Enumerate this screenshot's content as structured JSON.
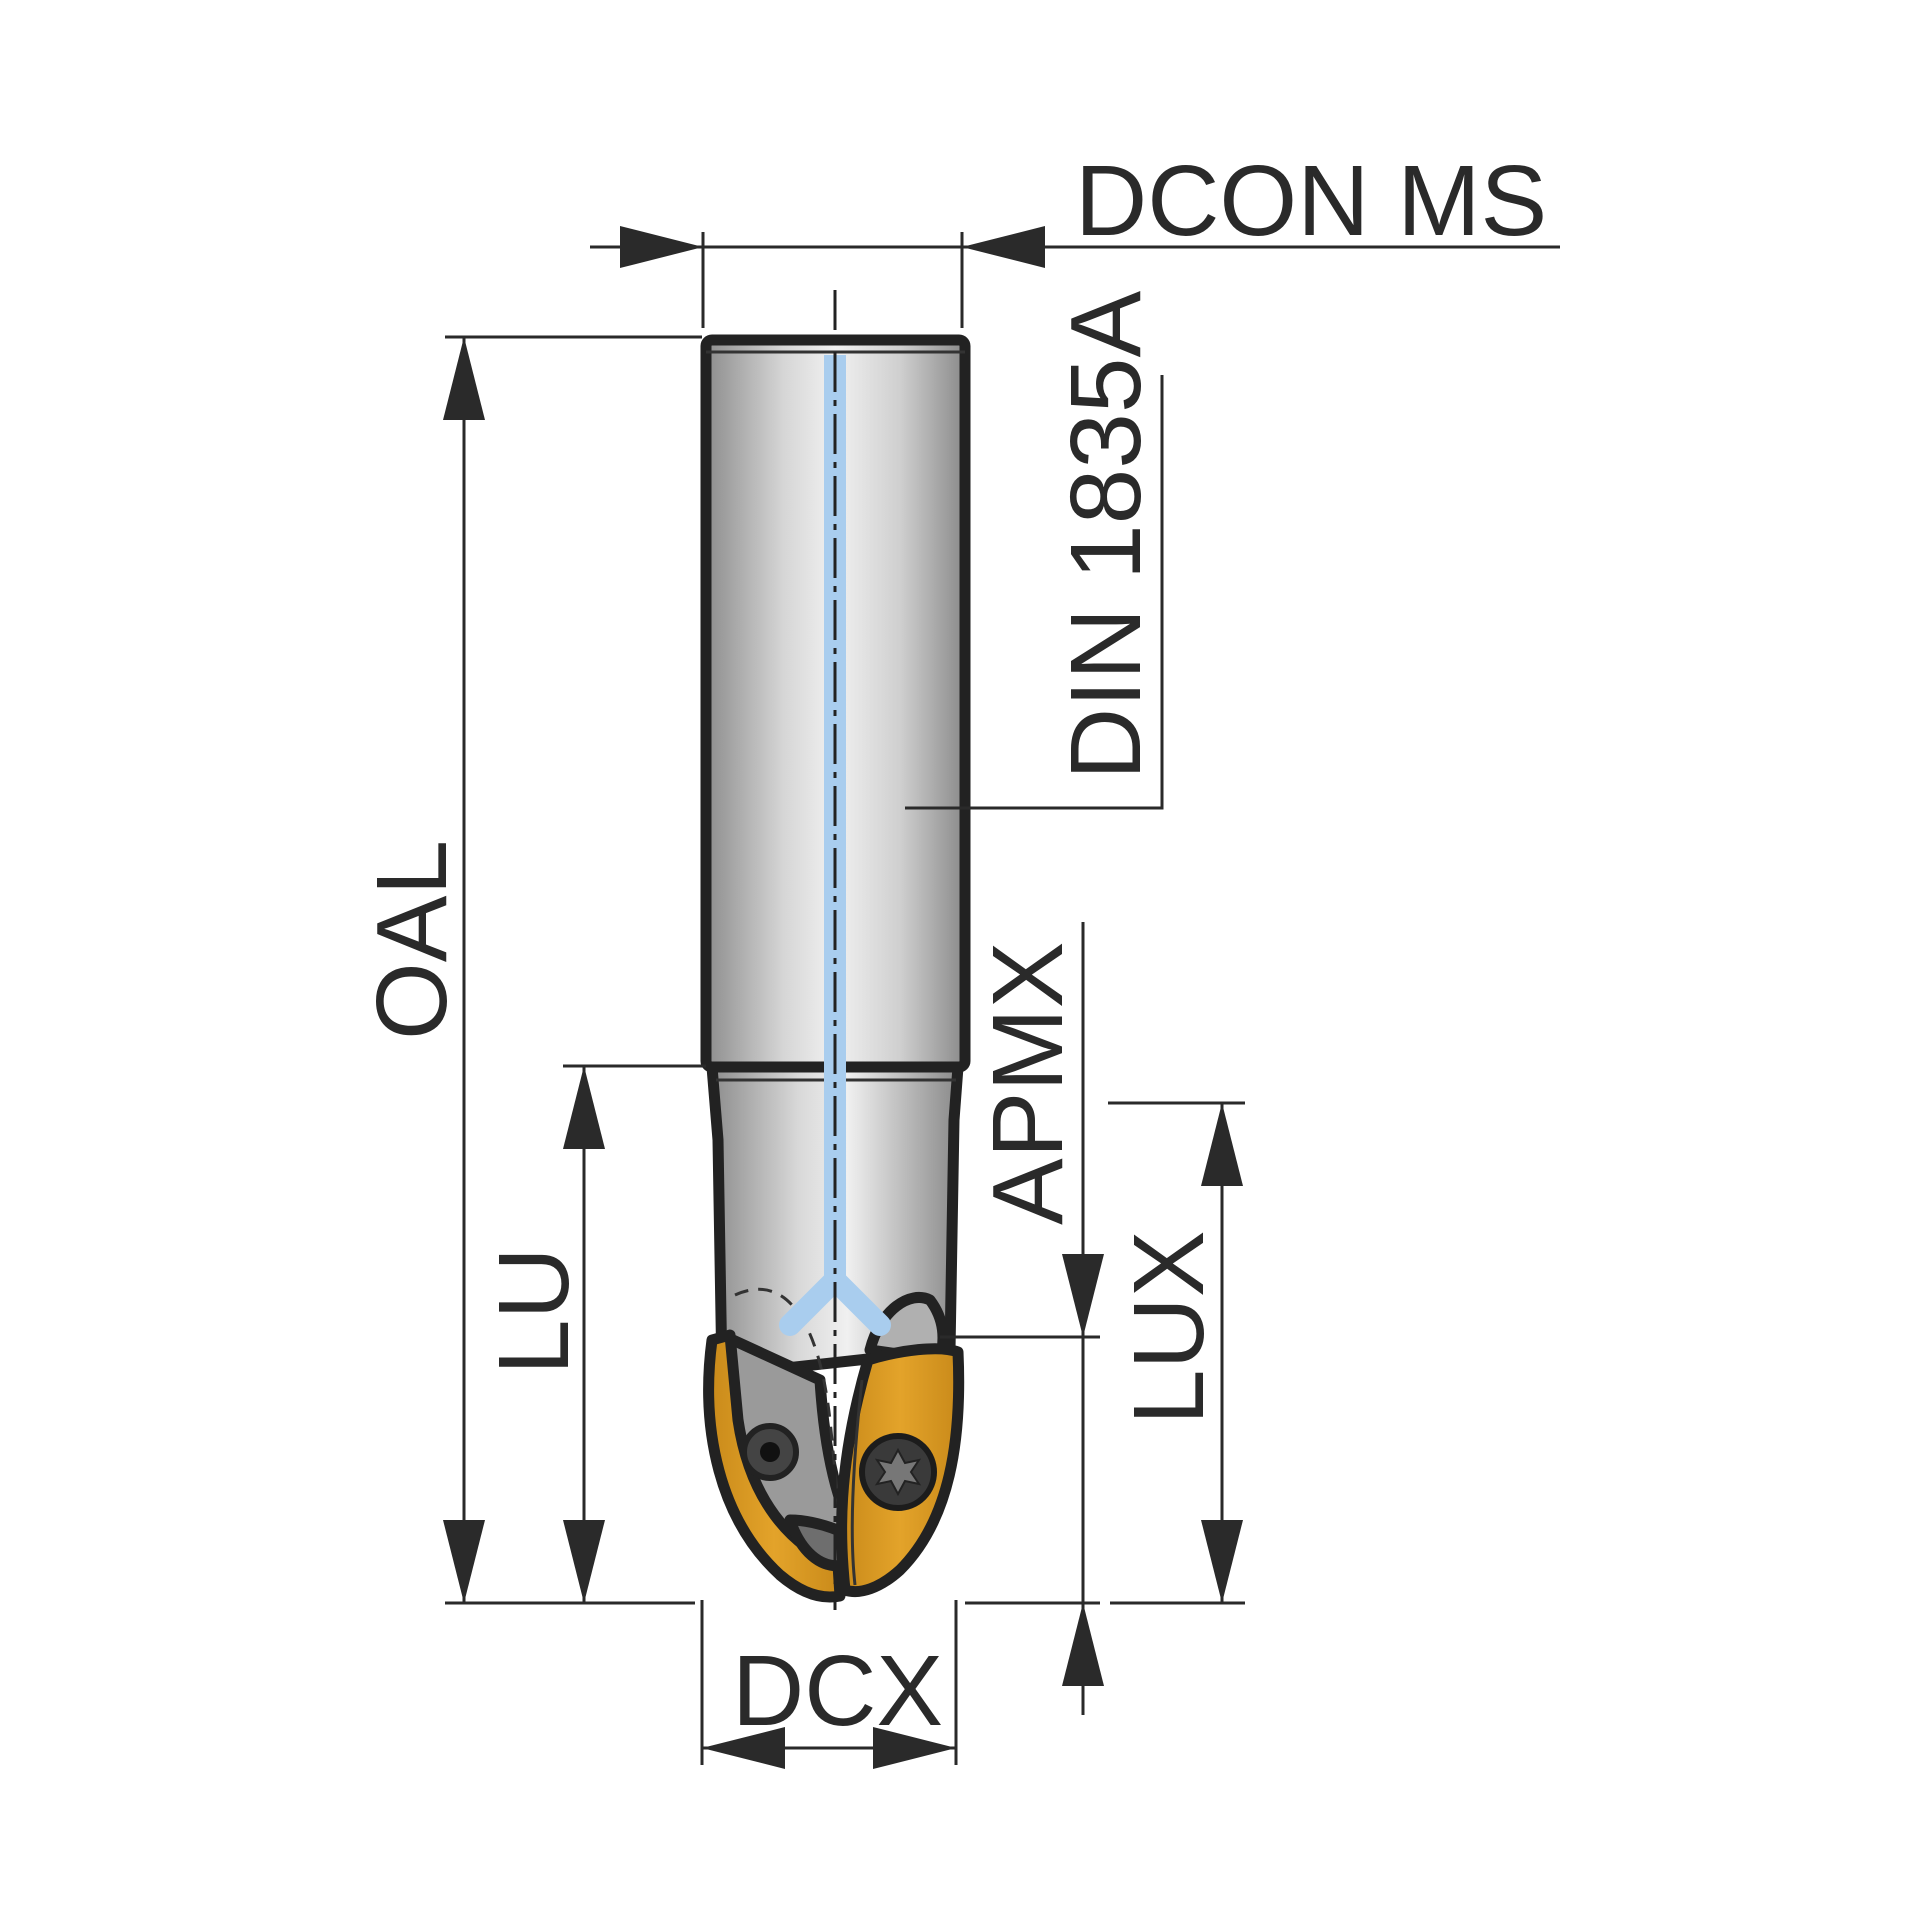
{
  "labels": {
    "dcon_ms": "DCON MS",
    "din": "DIN 1835A",
    "oal": "OAL",
    "apmx": "APMX",
    "lu": "LU",
    "lux": "LUX",
    "dcx": "DCX"
  },
  "colors": {
    "insert": "#E3A32A",
    "coolant": "#A9CDEE",
    "body": "#C4C4C4",
    "line": "#2A2A2A"
  },
  "icons": {
    "insert_screw": "torx-screw-icon",
    "clamp_screw": "hex-socket-icon"
  }
}
